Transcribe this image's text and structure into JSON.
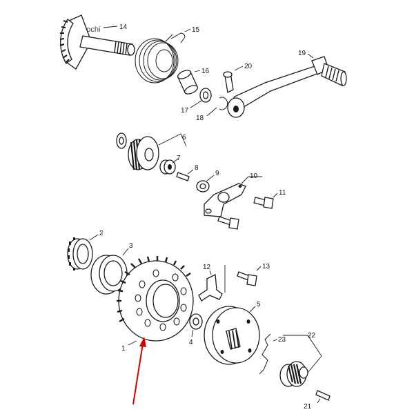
{
  "watermark": "hirochi",
  "parts": [
    {
      "id": "p1",
      "label": "1"
    },
    {
      "id": "p2",
      "label": "2"
    },
    {
      "id": "p3",
      "label": "3"
    },
    {
      "id": "p4",
      "label": "4"
    },
    {
      "id": "p5",
      "label": "5"
    },
    {
      "id": "p6",
      "label": "6"
    },
    {
      "id": "p7",
      "label": "7"
    },
    {
      "id": "p8",
      "label": "8"
    },
    {
      "id": "p9",
      "label": "9"
    },
    {
      "id": "p10",
      "label": "10"
    },
    {
      "id": "p11",
      "label": "11"
    },
    {
      "id": "p12",
      "label": "12"
    },
    {
      "id": "p13",
      "label": "13"
    },
    {
      "id": "p14",
      "label": "14"
    },
    {
      "id": "p15",
      "label": "15"
    },
    {
      "id": "p16",
      "label": "16"
    },
    {
      "id": "p17",
      "label": "17"
    },
    {
      "id": "p18",
      "label": "18"
    },
    {
      "id": "p19",
      "label": "19"
    },
    {
      "id": "p20",
      "label": "20"
    },
    {
      "id": "p21",
      "label": "21"
    },
    {
      "id": "p22",
      "label": "22"
    },
    {
      "id": "p23",
      "label": "23"
    }
  ],
  "colors": {
    "arrow": "#d40000",
    "line": "#1a1a1a"
  }
}
